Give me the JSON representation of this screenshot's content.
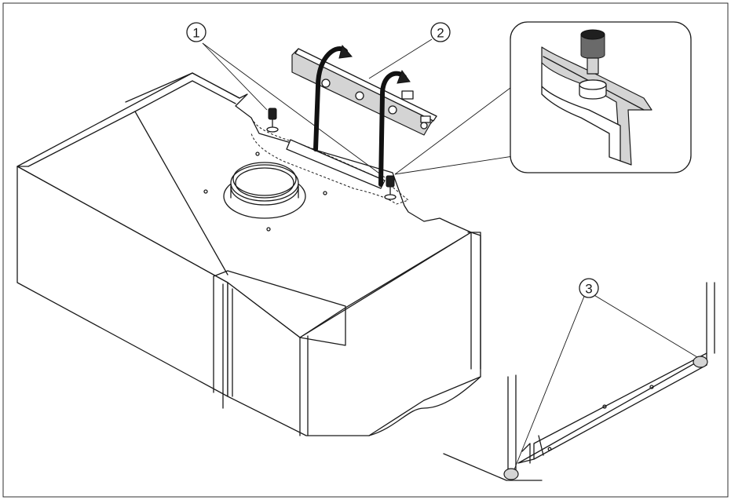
{
  "callouts": [
    {
      "label": "1"
    },
    {
      "label": "2"
    },
    {
      "label": "3"
    }
  ],
  "colors": {
    "line": "#1a1a1a",
    "background": "#ffffff",
    "metal_gray": "#d4d4d4"
  }
}
